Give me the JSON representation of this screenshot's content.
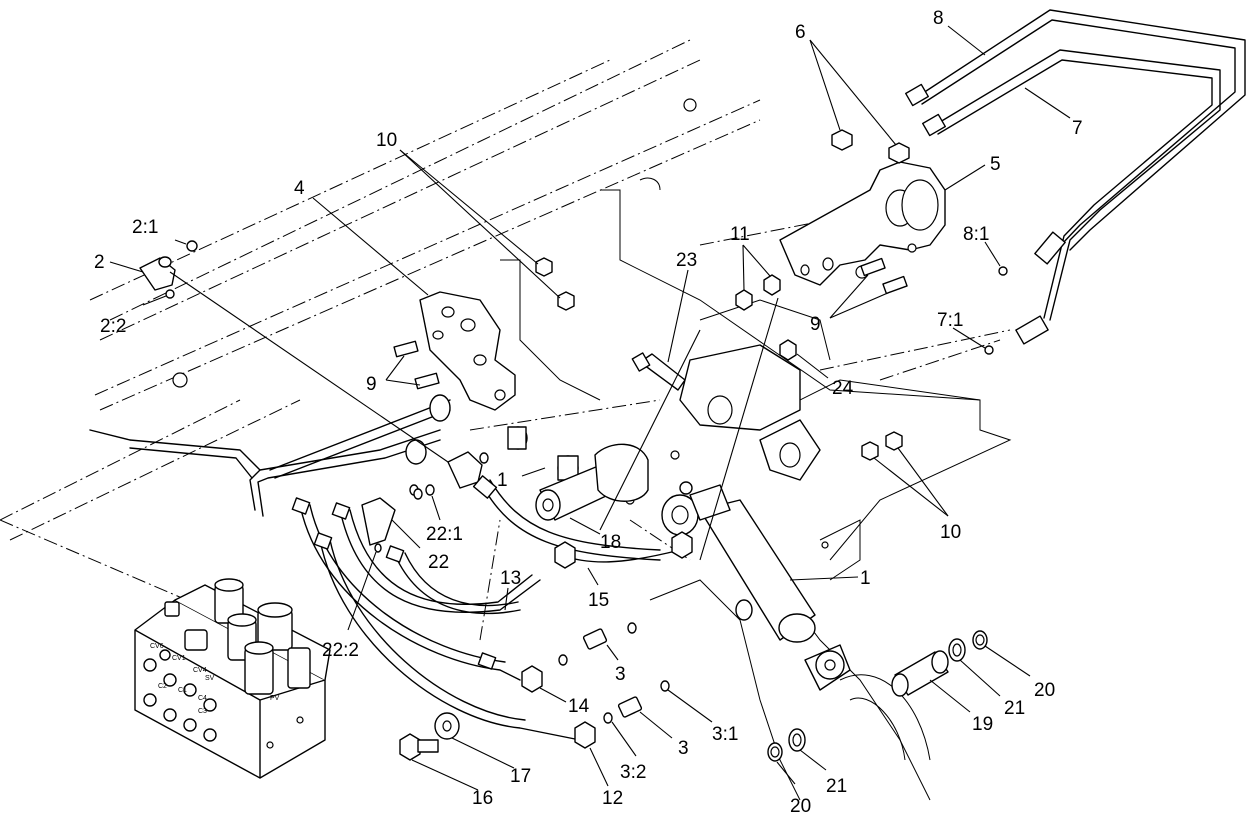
{
  "callouts": {
    "c_1a": "1",
    "c_1b": "1",
    "c_2": "2",
    "c_2_1": "2:1",
    "c_2_2": "2:2",
    "c_3a": "3",
    "c_3b": "3",
    "c_3_1": "3:1",
    "c_3_2": "3:2",
    "c_4": "4",
    "c_5": "5",
    "c_6": "6",
    "c_7": "7",
    "c_7_1": "7:1",
    "c_8": "8",
    "c_8_1": "8:1",
    "c_9a": "9",
    "c_9b": "9",
    "c_10a": "10",
    "c_10b": "10",
    "c_11": "11",
    "c_12": "12",
    "c_13": "13",
    "c_14": "14",
    "c_15": "15",
    "c_16": "16",
    "c_17": "17",
    "c_18": "18",
    "c_19": "19",
    "c_20a": "20",
    "c_20b": "20",
    "c_21a": "21",
    "c_21b": "21",
    "c_22": "22",
    "c_22_1": "22:1",
    "c_22_2": "22:2",
    "c_23": "23",
    "c_24": "24"
  },
  "valve_port_labels": {
    "cv6": "CV6",
    "cv1": "CV1",
    "cv4": "CV4",
    "c1": "C1",
    "c2": "C2",
    "c3": "C3",
    "c4": "C4",
    "sv": "SV",
    "pv": "PV"
  }
}
